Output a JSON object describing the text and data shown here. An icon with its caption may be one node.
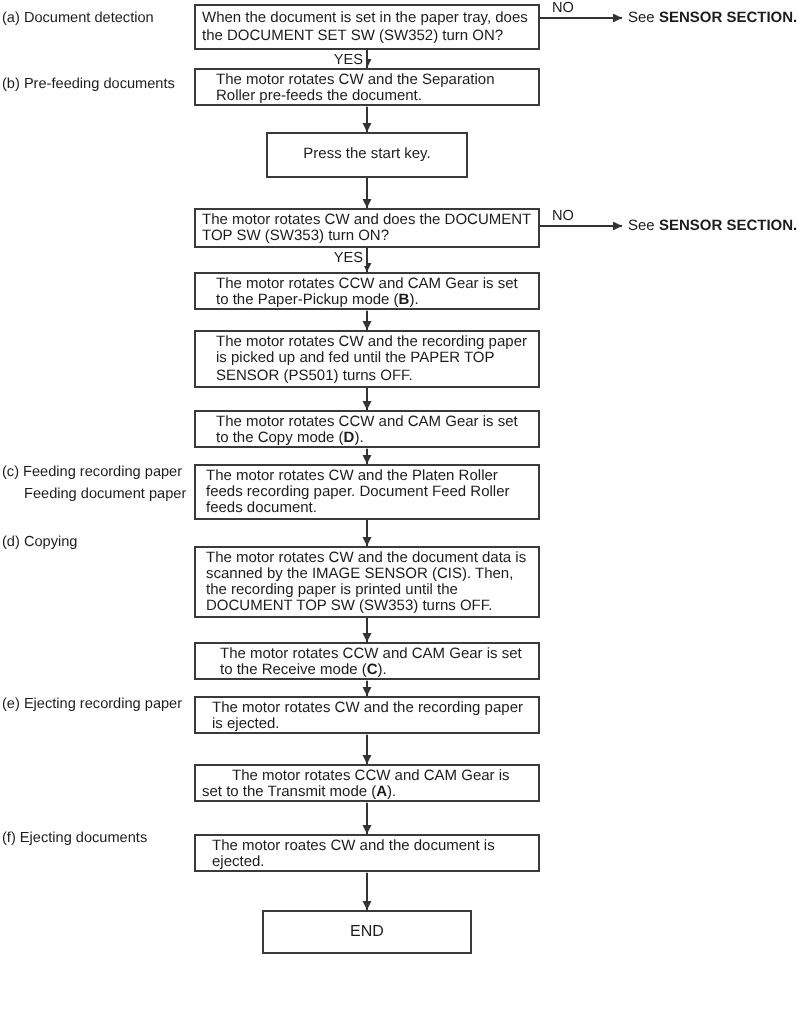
{
  "diagram": {
    "nodes": [
      {
        "text": [
          "When the document is set in the paper tray, does the DOCUMENT SET SW (SW352) turn ON?"
        ],
        "beside": [
          "(a) Document detection"
        ]
      },
      {
        "text": [
          "See **SENSOR SECTION.**"
        ]
      },
      {
        "text": [
          "The motor rotates CW and the Separation Roller pre-feeds the document."
        ],
        "beside": [
          "(b) Pre-feeding documents"
        ]
      },
      {
        "text": [
          "Press the start key."
        ]
      },
      {
        "text": [
          "The motor rotates CW and does the DOCUMENT TOP SW (SW353) turn ON?"
        ]
      },
      {
        "text": [
          "See **SENSOR SECTION.**"
        ]
      },
      {
        "text": [
          "The motor rotates CCW and CAM Gear is set to the Paper-Pickup mode (**B**)."
        ]
      },
      {
        "text": [
          "The motor rotates CW and the recording paper is picked up and fed until the PAPER TOP SENSOR (PS501) turns OFF."
        ]
      },
      {
        "text": [
          "The motor rotates CCW and CAM Gear is set to the Copy mode (**D**)."
        ]
      },
      {
        "text": [
          "The motor rotates CW and the Platen Roller feeds recording paper. Document Feed Roller feeds document."
        ],
        "beside": [
          "(c) Feeding recording paper",
          "Feeding document paper"
        ]
      },
      {
        "text": [
          "The motor rotates CW and the document data is scanned by the IMAGE SENSOR (CIS). Then, the recording paper is printed until the DOCUMENT TOP SW (SW353) turns OFF."
        ]
      },
      {
        "text": [
          "The motor rotates CCW and CAM Gear is set to the Receive mode (**C**)."
        ]
      },
      {
        "text": [
          "The motor rotates CW and the recording paper is ejected."
        ],
        "beside": [
          "(e) Ejecting recording paper"
        ]
      },
      {
        "text": [
          "The motor rotates CCW and CAM Gear is set to the Transmit mode (**A**)."
        ]
      },
      {
        "text": [
          "The motor roates CW and the document is ejected."
        ],
        "beside": [
          "(f) Ejecting documents"
        ]
      },
      {
        "text": [
          "END"
        ]
      }
    ],
    "edges": [
      {
        "from": 0,
        "to": 1,
        "arrow": "to",
        "label": "NO"
      },
      {
        "from": 0,
        "to": 2,
        "arrow": "to",
        "label": "YES"
      },
      {
        "from": 2,
        "to": 3,
        "arrow": "to"
      },
      {
        "from": 3,
        "to": 4,
        "arrow": "to"
      },
      {
        "from": 4,
        "to": 5,
        "arrow": "to",
        "label": "NO"
      },
      {
        "from": 4,
        "to": 6,
        "arrow": "to",
        "label": "YES"
      },
      {
        "from": 6,
        "to": 7,
        "arrow": "to"
      },
      {
        "from": 7,
        "to": 8,
        "arrow": "to"
      },
      {
        "from": 8,
        "to": 9,
        "arrow": "to"
      },
      {
        "from": 9,
        "to": 10,
        "arrow": "to"
      },
      {
        "from": 10,
        "to": 11,
        "arrow": "to"
      },
      {
        "from": 11,
        "to": 12,
        "arrow": "to"
      },
      {
        "from": 12,
        "to": 13,
        "arrow": "to"
      },
      {
        "from": 13,
        "to": 14,
        "arrow": "to"
      },
      {
        "from": 14,
        "to": 15,
        "arrow": "to"
      }
    ],
    "labels": [
      "(d) Copying"
    ]
  }
}
